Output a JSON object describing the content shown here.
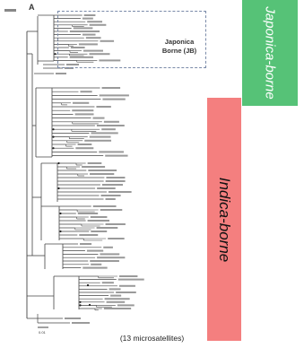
{
  "panel_letter": "A",
  "labels": {
    "japonica": "Japonica-borne",
    "indica": "Indica-borne"
  },
  "clade_box": {
    "line1": "Japonica",
    "line2": "Borne (JB)"
  },
  "caption": "(13 microsatellites)",
  "scale_bar_label": "0.01",
  "colors": {
    "japonica_band": "#56c277",
    "indica_band": "#f47f7f",
    "tree_lines": "#444444",
    "dashed_box": "#7a8aa8"
  }
}
